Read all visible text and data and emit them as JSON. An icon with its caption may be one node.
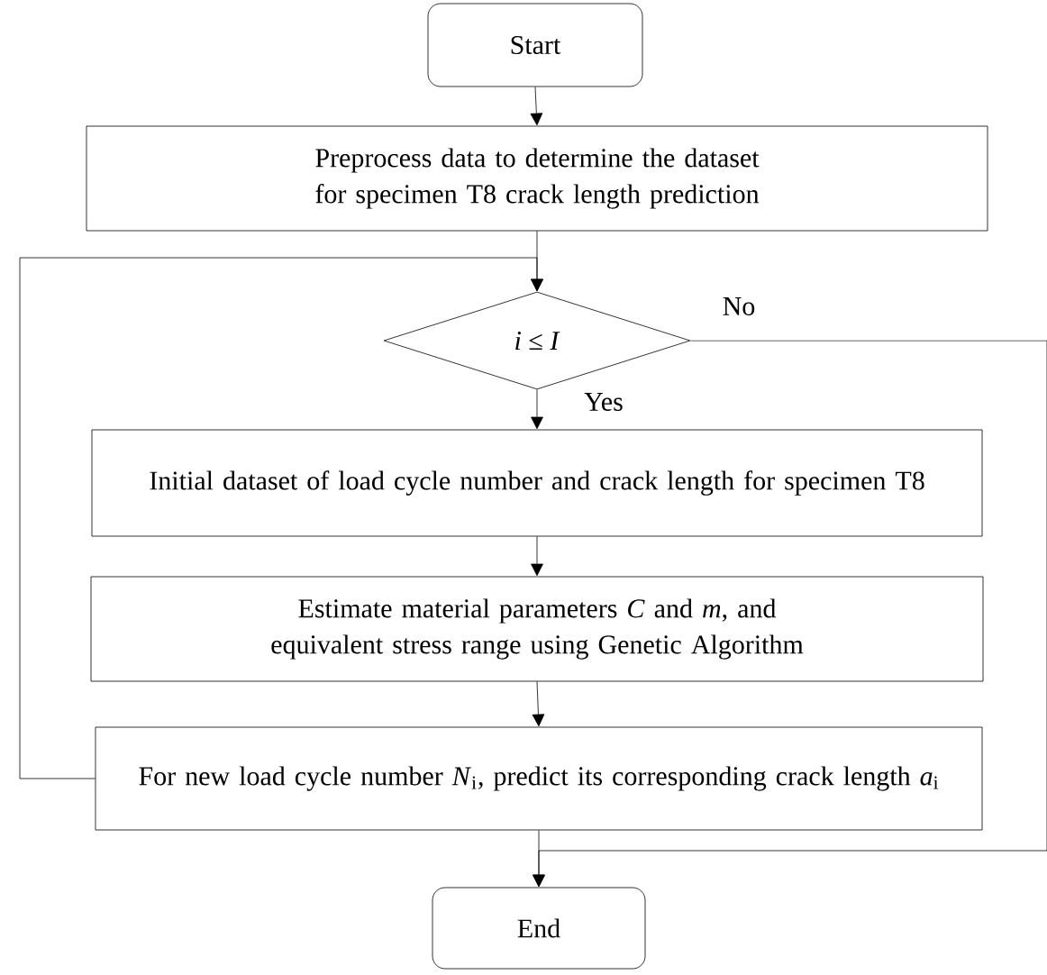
{
  "diagram": {
    "nodes": [
      {
        "text": [
          "Start"
        ]
      },
      {
        "text": [
          "Preprocess data to determine the dataset for specimen T8 crack length prediction"
        ]
      },
      {
        "text": [
          "*i* ≤ *I*"
        ]
      },
      {
        "text": [
          "Initial dataset of load cycle number and crack length for specimen T8"
        ]
      },
      {
        "text": [
          "Estimate material parameters *C* and *m*, and equivalent stress range using Genetic Algorithm"
        ]
      },
      {
        "text": [
          "For new load cycle number *N*$_{i}$, predict its corresponding crack length *a*$_{i}$"
        ]
      },
      {
        "text": [
          "End"
        ]
      }
    ],
    "edges": [
      {
        "from": 0,
        "to": 1,
        "arrow": "to"
      },
      {
        "from": 1,
        "to": 2,
        "arrow": "to"
      },
      {
        "from": 2,
        "to": 3,
        "arrow": "to",
        "label": "Yes"
      },
      {
        "from": 3,
        "to": 4,
        "arrow": "to"
      },
      {
        "from": 4,
        "to": 5,
        "arrow": "to"
      },
      {
        "from": 5,
        "to": 2,
        "arrow": "to"
      },
      {
        "from": 2,
        "to": 6,
        "arrow": "to",
        "label": "No"
      },
      {
        "from": 5,
        "to": 6,
        "arrow": "to"
      }
    ]
  }
}
